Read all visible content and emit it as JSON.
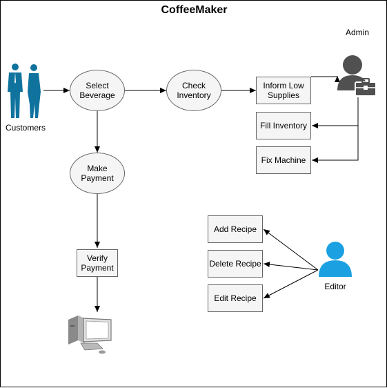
{
  "title": "CoffeeMaker",
  "actors": {
    "customers": "Customers",
    "admin": "Admin",
    "editor": "Editor"
  },
  "nodes": {
    "select_beverage": "Select\nBeverage",
    "check_inventory": "Check\nInventory",
    "inform_low_supplies": "Inform Low\nSupplies",
    "fill_inventory": "Fill Inventory",
    "fix_machine": "Fix Machine",
    "make_payment": "Make\nPayment",
    "verify_payment": "Verify\nPayment",
    "add_recipe": "Add Recipe",
    "delete_recipe": "Delete Recipe",
    "edit_recipe": "Edit Recipe"
  },
  "icons": {
    "customers": "customers-people-icon",
    "admin": "admin-toolbox-user-icon",
    "editor": "editor-user-icon",
    "computer": "desktop-computer-icon"
  },
  "colors": {
    "node_fill": "#f5f5f5",
    "node_stroke": "#666666",
    "customers_blue": "#10739e",
    "admin_gray": "#505050",
    "editor_blue": "#1ba1e2"
  }
}
